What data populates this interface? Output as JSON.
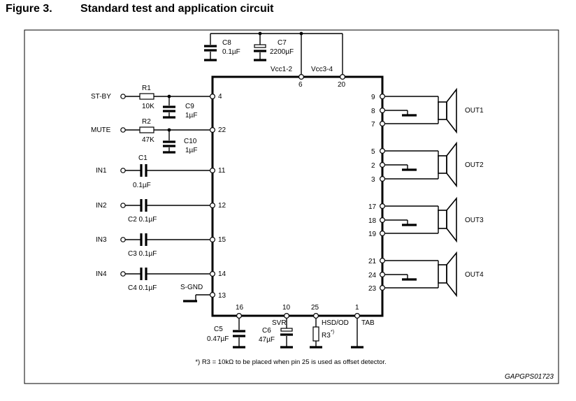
{
  "figure": {
    "number": "Figure 3.",
    "title": "Standard test and application circuit",
    "code": "GAPGPS01723",
    "footnote": "*) R3 = 10kΩ to be placed when pin 25 is used as offset detector."
  },
  "supply": {
    "c8_name": "C8",
    "c8_value": "0.1µF",
    "c7_name": "C7",
    "c7_value": "2200µF",
    "vcc12_label": "Vcc1-2",
    "vcc34_label": "Vcc3-4",
    "pin_vcc12": "6",
    "pin_vcc34": "20"
  },
  "inputs": {
    "stby_label": "ST-BY",
    "r1_name": "R1",
    "r1_value": "10K",
    "c9_name": "C9",
    "c9_value": "1µF",
    "stby_pin": "4",
    "mute_label": "MUTE",
    "r2_name": "R2",
    "r2_value": "47K",
    "c10_name": "C10",
    "c10_value": "1µF",
    "mute_pin": "22",
    "in1_label": "IN1",
    "c1_name": "C1",
    "c1_value": "0.1µF",
    "in1_pin": "11",
    "in2_label": "IN2",
    "c2_label": "C2 0.1µF",
    "in2_pin": "12",
    "in3_label": "IN3",
    "c3_label": "C3 0.1µF",
    "in3_pin": "15",
    "in4_label": "IN4",
    "c4_label": "C4 0.1µF",
    "in4_pin": "14",
    "sgnd_label": "S-GND",
    "sgnd_pin": "13"
  },
  "outputs": {
    "out1_label": "OUT1",
    "out1_pins": [
      "9",
      "8",
      "7"
    ],
    "out2_label": "OUT2",
    "out2_pins": [
      "5",
      "2",
      "3"
    ],
    "out3_label": "OUT3",
    "out3_pins": [
      "17",
      "18",
      "19"
    ],
    "out4_label": "OUT4",
    "out4_pins": [
      "21",
      "24",
      "23"
    ]
  },
  "bottom": {
    "pin16": "16",
    "pin10": "10",
    "pin25": "25",
    "pin1": "1",
    "c5_name": "C5",
    "c5_value": "0.47µF",
    "svr_label": "SVR",
    "c6_name": "C6",
    "c6_value": "47µF",
    "hsd_label": "HSD/OD",
    "r3_label": "R3",
    "r3_mark": "*)",
    "tab_label": "TAB"
  }
}
